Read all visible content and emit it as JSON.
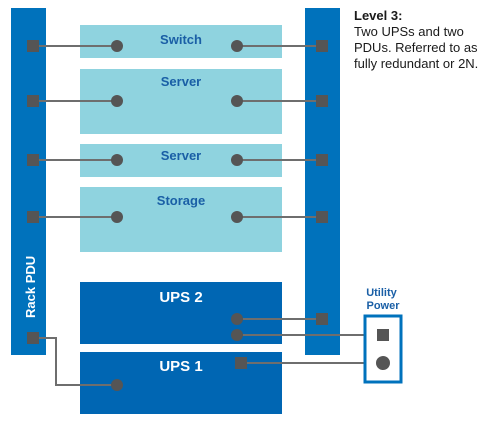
{
  "caption": {
    "heading": "Level 3:",
    "body": "Two UPSs and two PDUs. Referred to as fully redundant or 2N."
  },
  "rack_pdu_label": "Rack PDU",
  "devices": {
    "switch": "Switch",
    "server_1": "Server",
    "server_2": "Server",
    "storage": "Storage",
    "ups_2": "UPS 2",
    "ups_1": "UPS 1"
  },
  "utility_power_label": "Utility Power",
  "colors": {
    "pdu_blue": "#0072bc",
    "device_teal": "#8fd3df",
    "device_text_blue": "#1a5fa6",
    "ups_blue": "#0066b3",
    "connector_grey": "#555555",
    "cable_grey": "#6e6e6e"
  }
}
